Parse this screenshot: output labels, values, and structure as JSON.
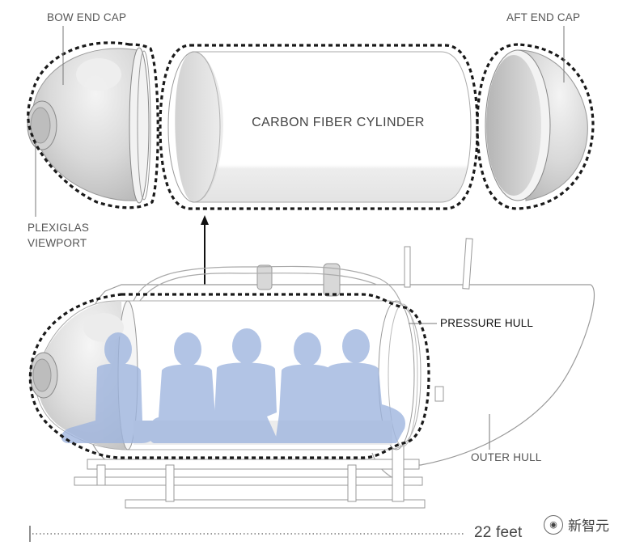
{
  "labels": {
    "bow_end_cap": "BOW END CAP",
    "aft_end_cap": "AFT END CAP",
    "cylinder": "CARBON FIBER CYLINDER",
    "viewport_line1": "PLEXIGLAS",
    "viewport_line2": "VIEWPORT",
    "pressure_hull": "PRESSURE HULL",
    "outer_hull": "OUTER HULL"
  },
  "scale": {
    "text": "22 feet"
  },
  "watermark": {
    "text": "新智元",
    "icon": "wechat-badge-icon"
  },
  "colors": {
    "dashed_outline": "#1a1a1a",
    "silhouette": "#9db4de",
    "metal_light": "#e6e6e6",
    "metal_dark": "#bdbdbd",
    "line": "#777777"
  },
  "icons": [
    "up-arrow-icon"
  ]
}
